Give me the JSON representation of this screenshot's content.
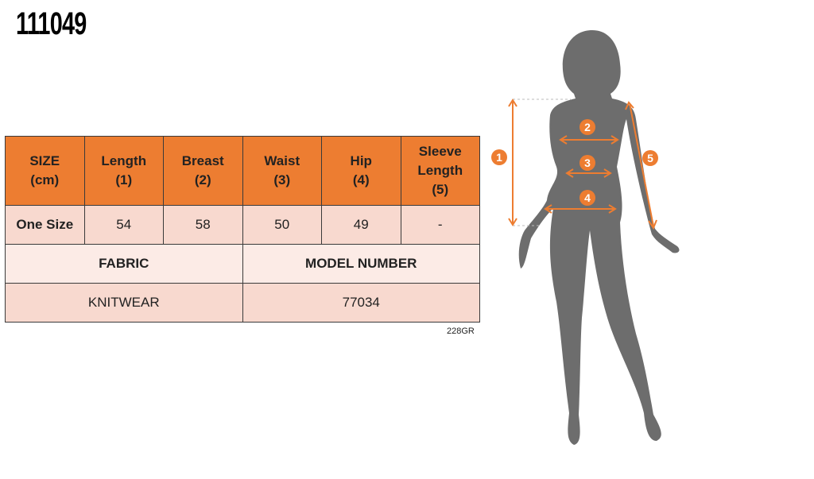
{
  "product_code": "111049",
  "table": {
    "headers": [
      [
        "SIZE",
        "(cm)"
      ],
      [
        "Length",
        "(1)"
      ],
      [
        "Breast",
        "(2)"
      ],
      [
        "Waist",
        "(3)"
      ],
      [
        "Hip",
        "(4)"
      ],
      [
        "Sleeve",
        "Length",
        "(5)"
      ]
    ],
    "row": [
      "One Size",
      "54",
      "58",
      "50",
      "49",
      "-"
    ],
    "fabric_label": "FABRIC",
    "model_label": "MODEL NUMBER",
    "fabric_value": "KNITWEAR",
    "model_value": "77034"
  },
  "note": "228GR",
  "figure": {
    "markers": [
      "1",
      "2",
      "3",
      "4",
      "5"
    ],
    "accent": "#ed7d31",
    "silhouette": "#6d6d6d"
  }
}
